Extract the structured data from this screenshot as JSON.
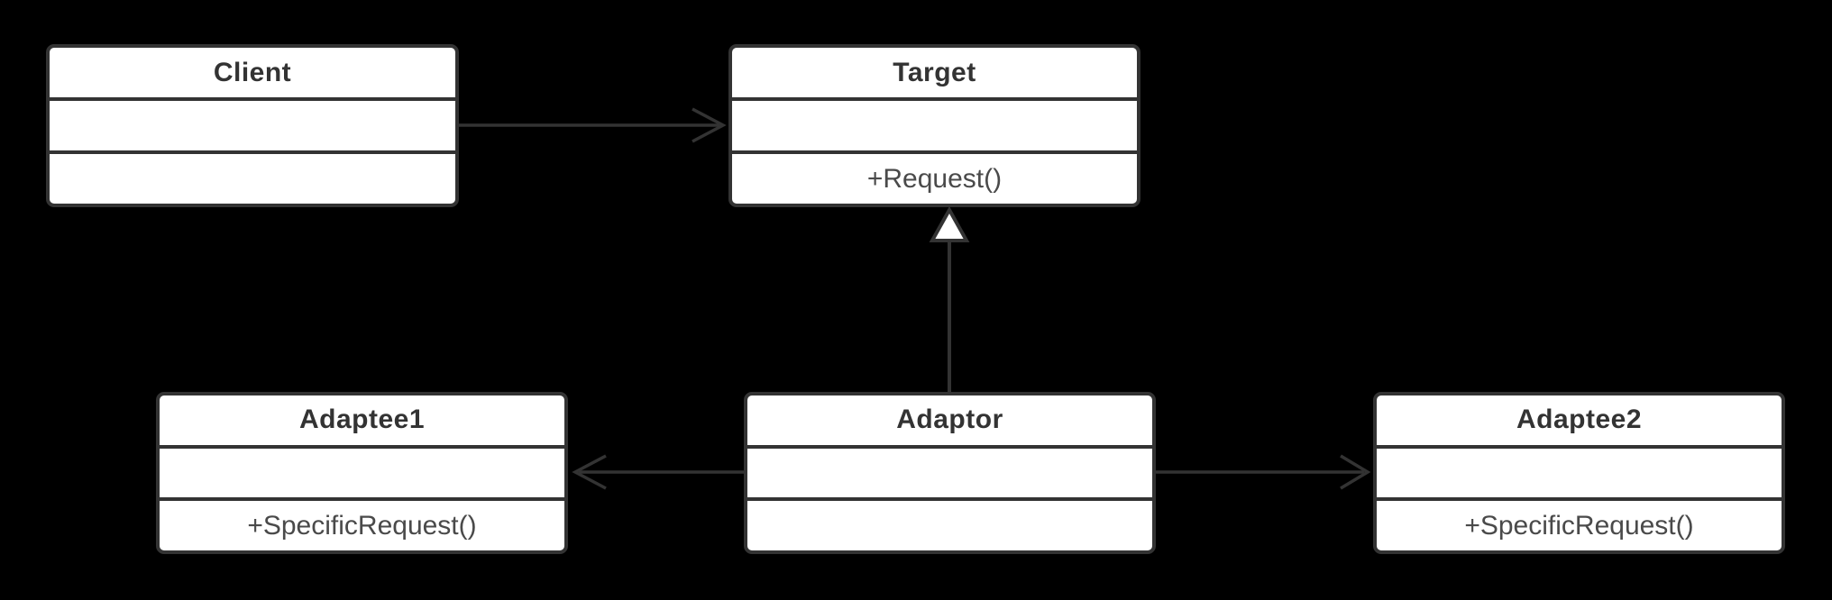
{
  "diagram": {
    "kind": "uml-class-diagram",
    "classes": [
      {
        "id": "client",
        "name": "Client",
        "attributes": "",
        "methods": ""
      },
      {
        "id": "target",
        "name": "Target",
        "attributes": "",
        "methods": "+Request()"
      },
      {
        "id": "adaptee1",
        "name": "Adaptee1",
        "attributes": "",
        "methods": "+SpecificRequest()"
      },
      {
        "id": "adaptor",
        "name": "Adaptor",
        "attributes": "",
        "methods": ""
      },
      {
        "id": "adaptee2",
        "name": "Adaptee2",
        "attributes": "",
        "methods": "+SpecificRequest()"
      }
    ],
    "relationships": [
      {
        "from": "Client",
        "to": "Target",
        "type": "association",
        "arrowhead": "open"
      },
      {
        "from": "Adaptor",
        "to": "Target",
        "type": "generalization",
        "arrowhead": "hollow-triangle"
      },
      {
        "from": "Adaptor",
        "to": "Adaptee1",
        "type": "association",
        "arrowhead": "open"
      },
      {
        "from": "Adaptor",
        "to": "Adaptee2",
        "type": "association",
        "arrowhead": "open"
      }
    ],
    "colors": {
      "background": "#000000",
      "node_fill": "#ffffff",
      "stroke": "#333333",
      "class_name_text": "#333333",
      "member_text": "#4a4a4a"
    }
  }
}
